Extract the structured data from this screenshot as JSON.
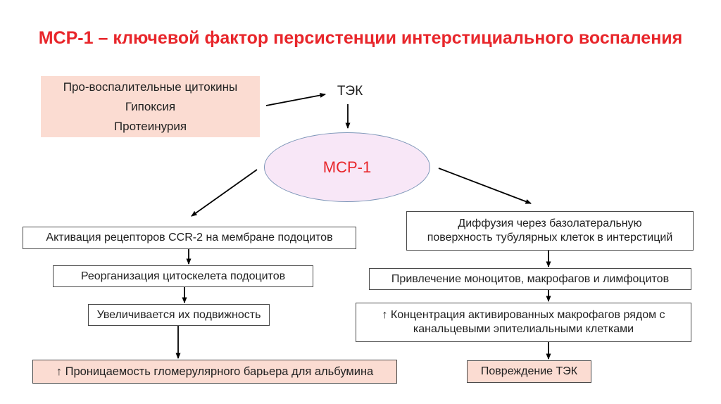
{
  "title": "МСР-1 – ключевой фактор персистенции интерстициального воспаления",
  "diagram": {
    "triggers_box": {
      "lines": [
        "Про-воспалительные цитокины",
        "Гипоксия",
        "Протеинурия"
      ]
    },
    "tek_label": "ТЭК",
    "central_node": "MCP-1",
    "left_chain": {
      "step1": "Активация рецепторов CCR-2 на мембране подоцитов",
      "step2": "Реорганизация цитоскелета подоцитов",
      "step3": "Увеличивается их подвижность",
      "outcome": "↑ Проницаемость гломерулярного барьера для альбумина"
    },
    "right_chain": {
      "step1_line1": "Диффузия через базолатеральную",
      "step1_line2": "поверхность тубулярных клеток в интерстиций",
      "step2": "Привлечение моноцитов, макрофагов и лимфоцитов",
      "step3_line1": "↑ Концентрация активированных макрофагов рядом с",
      "step3_line2": "канальцевыми эпителиальными клетками",
      "outcome": "Повреждение ТЭК"
    }
  },
  "colors": {
    "title_red": "#e8262b",
    "central_text_red": "#e8262b",
    "pink_fill": "#fbdcd2",
    "ellipse_fill": "#f8e7f7",
    "ellipse_border": "#7d96b8",
    "box_border": "#4a4a4a",
    "arrow": "#000000",
    "background": "#ffffff"
  }
}
